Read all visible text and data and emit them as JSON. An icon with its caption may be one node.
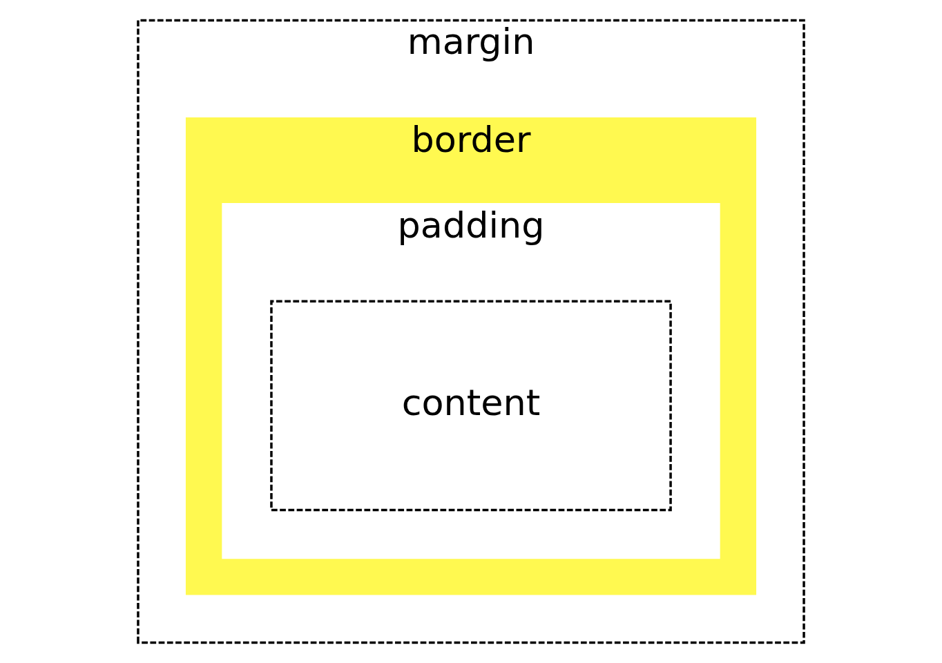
{
  "diagram": {
    "nodes": [
      {
        "text": [
          "margin"
        ]
      },
      {
        "text": [
          "border"
        ],
        "in": 0
      },
      {
        "text": [
          "padding"
        ],
        "in": 1
      },
      {
        "text": [
          "content"
        ],
        "in": 2
      }
    ]
  }
}
